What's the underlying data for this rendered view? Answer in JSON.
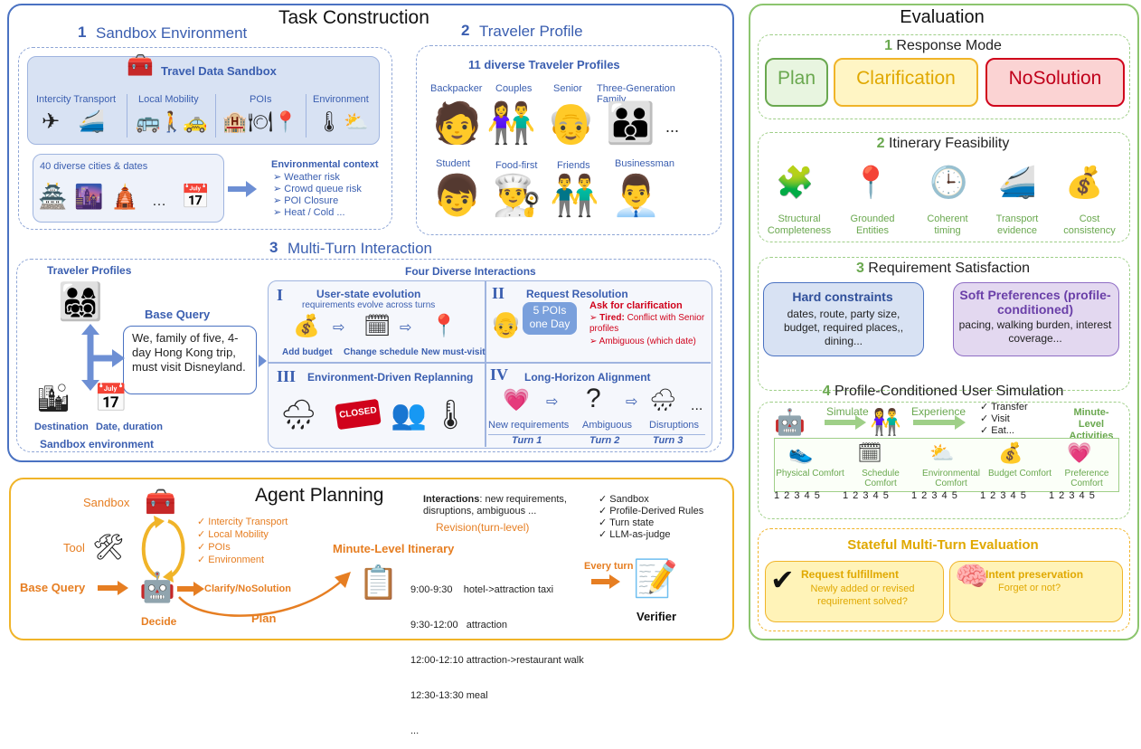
{
  "task_construction": {
    "title": "Task Construction",
    "sandbox_env": {
      "heading": "Sandbox Environment",
      "num": "1",
      "sandbox_title": "Travel Data Sandbox",
      "categories": [
        "Intercity Transport",
        "Local Mobility",
        "POIs",
        "Environment"
      ],
      "cities_label": "40 diverse cities & dates",
      "env_context_title": "Environmental context",
      "env_context_items": [
        "Weather risk",
        "Crowd queue risk",
        "POI Closure",
        "Heat / Cold ..."
      ]
    },
    "traveler_profile": {
      "heading": "Traveler Profile",
      "num": "2",
      "subtitle": "11 diverse  Traveler Profiles",
      "profiles_top": [
        "Backpacker",
        "Couples",
        "Senior",
        "Three-Generation Family"
      ],
      "profiles_bottom": [
        "Student",
        "Food-first",
        "Friends",
        "Businessman"
      ],
      "ellipsis": "..."
    },
    "multi_turn": {
      "heading": "Multi-Turn Interaction",
      "num": "3",
      "traveler_profiles": "Traveler Profiles",
      "base_query_label": "Base Query",
      "base_query_text": "We, family of five, 4-day Hong Kong trip, must visit Disneyland.",
      "destination": "Destination",
      "date_duration": "Date, duration",
      "sandbox_env": "Sandbox environment",
      "four_interactions": "Four Diverse  Interactions",
      "i_num": "I",
      "i_title": "User-state evolution",
      "i_sub": "requirements evolve across turns",
      "i_steps": [
        "Add budget",
        "Change schedule",
        "New must-visit"
      ],
      "ii_num": "II",
      "ii_title": "Request Resolution",
      "ii_bubble": "5 POIs one Day",
      "ii_ask": "Ask for clarification",
      "ii_tired_label": "Tired:",
      "ii_tired_text": "Conflict with Senior profiles",
      "ii_ambiguous": "Ambiguous (which date)",
      "iii_num": "III",
      "iii_title": "Environment-Driven Replanning",
      "iii_closed": "CLOSED",
      "iv_num": "IV",
      "iv_title": "Long-Horizon Alignment",
      "iv_steps": [
        "New requirements",
        "Ambiguous",
        "Disruptions"
      ],
      "iv_turns": [
        "Turn 1",
        "Turn 2",
        "Turn 3"
      ],
      "ellipsis": "..."
    }
  },
  "agent_planning": {
    "title": "Agent Planning",
    "sandbox": "Sandbox",
    "tool": "Tool",
    "tool_list": [
      "Intercity Transport",
      "Local Mobility",
      "POIs",
      "Environment"
    ],
    "base_query": "Base Query",
    "decide": "Decide",
    "clarify": "Clarify/NoSolution",
    "plan": "Plan",
    "interactions_label": "Interactions",
    "interactions_text": ": new requirements, disruptions, ambiguous ...",
    "revision": "Revision(turn-level)",
    "itinerary_title": "Minute-Level Itinerary",
    "itinerary": [
      "9:00-9:30    hotel->attraction taxi",
      "9:30-12:00   attraction",
      "12:00-12:10 attraction->restaurant walk",
      "12:30-13:30 meal",
      "..."
    ],
    "checks": [
      "Sandbox",
      "Profile-Derived Rules",
      "Turn state",
      "LLM-as-judge"
    ],
    "every_turn": "Every turn",
    "verifier": "Verifier"
  },
  "evaluation": {
    "title": "Evaluation",
    "response_mode": {
      "num": "1",
      "heading": "Response Mode",
      "modes": [
        "Plan",
        "Clarification",
        "NoSolution"
      ]
    },
    "feasibility": {
      "num": "2",
      "heading": "Itinerary Feasibility",
      "items": [
        "Structural Completeness",
        "Grounded Entities",
        "Coherent timing",
        "Transport evidence",
        "Cost consistency"
      ]
    },
    "requirement": {
      "num": "3",
      "heading": "Requirement Satisfaction",
      "hard_title": "Hard constraints",
      "hard_text": "dates, route, party size, budget, required places,, dining...",
      "soft_title": "Soft Preferences (profile-conditioned)",
      "soft_text": "pacing, walking burden, interest coverage..."
    },
    "user_sim": {
      "num": "4",
      "heading": "Profile-Conditioned User Simulation",
      "simulate": "Simulate",
      "experience": "Experience",
      "activities": [
        "Transfer",
        "Visit",
        "Eat..."
      ],
      "minute_level": "Minute-Level Activities",
      "comforts": [
        "Physical Comfort",
        "Schedule Comfort",
        "Environmental Comfort",
        "Budget Comfort",
        "Preference Comfort"
      ],
      "scale": "1 2 3 4 5"
    },
    "stateful": {
      "heading": "Stateful Multi-Turn Evaluation",
      "fulfill_title": "Request fulfillment",
      "fulfill_text": "Newly added or revised requirement solved?",
      "intent_title": "Intent preservation",
      "intent_text": "Forget or not?"
    }
  },
  "colors": {
    "blue_border": "#4a72c2",
    "orange_border": "#f0b429",
    "green_border": "#8cc56e",
    "plan_green": "#6aa84f",
    "clarification_yellow": "#fff2b0",
    "nosolution_red": "#f7c6c6"
  }
}
